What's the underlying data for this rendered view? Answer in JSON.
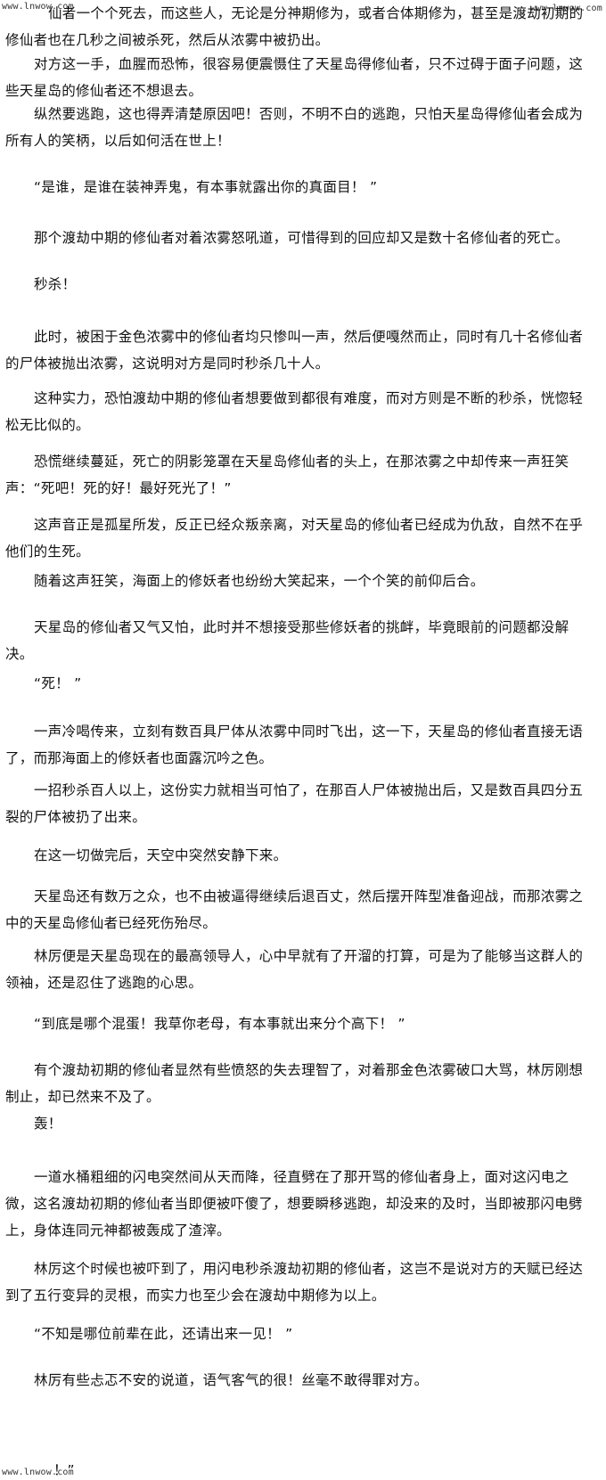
{
  "watermarks": {
    "top_left": "www.lnwow.com",
    "top_right": "www.lnwow.com",
    "bottom_left": "www.lnwow.com"
  },
  "paragraphs": [
    "仙者一个个死去，而这些人，无论是分神期修为，或者合体期修为，甚至是渡劫初期的修仙者也在几秒之间被杀死，然后从浓雾中被扔出。",
    "对方这一手，血腥而恐怖，很容易便震慑住了天星岛得修仙者，只不过碍于面子问题，这些天星岛的修仙者还不想退去。",
    "纵然要逃跑，这也得弄清楚原因吧！否则，不明不白的逃跑，只怕天星岛得修仙者会成为所有人的笑柄，以后如何活在世上！",
    "“是谁，是谁在装神弄鬼，有本事就露出你的真面目！ ”",
    "那个渡劫中期的修仙者对着浓雾怒吼道，可惜得到的回应却又是数十名修仙者的死亡。",
    "秒杀！",
    "此时，被困于金色浓雾中的修仙者均只惨叫一声，然后便嘎然而止，同时有几十名修仙者的尸体被抛出浓雾，这说明对方是同时秒杀几十人。",
    "这种实力，恐怕渡劫中期的修仙者想要做到都很有难度，而对方则是不断的秒杀，恍惚轻松无比似的。",
    "恐慌继续蔓延，死亡的阴影笼罩在天星岛修仙者的头上，在那浓雾之中却传来一声狂笑声：“死吧！死的好！最好死光了！”",
    "这声音正是孤星所发，反正已经众叛亲离，对天星岛的修仙者已经成为仇敌，自然不在乎他们的生死。",
    "随着这声狂笑，海面上的修妖者也纷纷大笑起来，一个个笑的前仰后合。",
    "天星岛的修仙者又气又怕，此时并不想接受那些修妖者的挑衅，毕竟眼前的问题都没解决。",
    "“死！ ”",
    "一声冷喝传来，立刻有数百具尸体从浓雾中同时飞出，这一下，天星岛的修仙者直接无语了，而那海面上的修妖者也面露沉吟之色。",
    "一招秒杀百人以上，这份实力就相当可怕了，在那百人尸体被抛出后，又是数百具四分五裂的尸体被扔了出来。",
    "在这一切做完后，天空中突然安静下来。",
    "天星岛还有数万之众，也不由被逼得继续后退百丈，然后摆开阵型准备迎战，而那浓雾之中的天星岛修仙者已经死伤殆尽。",
    "林厉便是天星岛现在的最高领导人，心中早就有了开溜的打算，可是为了能够当这群人的领袖，还是忍住了逃跑的心思。",
    "“到底是哪个混蛋！我草你老母，有本事就出来分个高下！ ”",
    "有个渡劫初期的修仙者显然有些愤怒的失去理智了，对着那金色浓雾破口大骂，林厉刚想制止，却已然来不及了。",
    "轰！",
    "一道水桶粗细的闪电突然间从天而降，径直劈在了那开骂的修仙者身上，面对这闪电之微，这名渡劫初期的修仙者当即便被吓傻了，想要瞬移逃跑，却没来的及时，当即被那闪电劈上，身体连同元神都被轰成了渣滓。",
    "林厉这个时候也被吓到了，用闪电秒杀渡劫初期的修仙者，这岂不是说对方的天赋已经达到了五行变异的灵根，而实力也至少会在渡劫中期修为以上。",
    "“不知是哪位前辈在此，还请出来一见！ ”",
    "林厉有些忐忑不安的说道，语气客气的很！丝毫不敢得罪对方。"
  ],
  "tail_text": "！”"
}
